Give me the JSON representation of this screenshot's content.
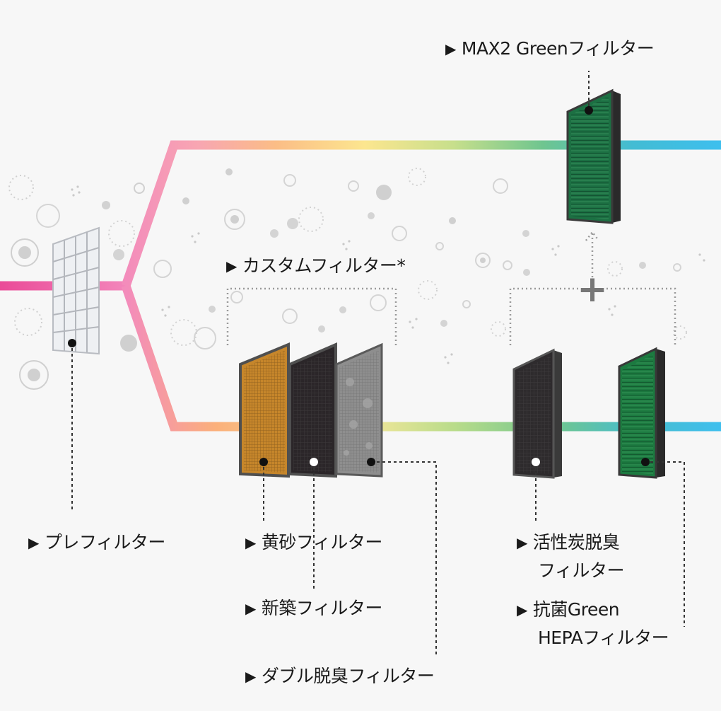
{
  "labels": {
    "max2": "MAX2 Greenフィルター",
    "custom": "カスタムフィルター*",
    "prefilter": "プレフィルター",
    "yellow_dust": "黄砂フィルター",
    "new_build": "新築フィルター",
    "double_deodorizing": "ダブル脱臭フィルター",
    "activated_carbon_line1": "活性炭脱臭",
    "activated_carbon_line2": "フィルター",
    "antibacterial_line1": "抗菌Green",
    "antibacterial_line2": "HEPAフィルター"
  },
  "symbols": {
    "arrow": "▶",
    "plus": "+"
  },
  "colors": {
    "background": "#f7f7f7",
    "flow_pink": "#ee4f9c",
    "flow_orange": "#fbb07a",
    "flow_yellow": "#fbe98d",
    "flow_green": "#8fd08c",
    "flow_blue": "#3fbde9",
    "green_filter": "#1f7a45",
    "yellow_filter": "#c8882c",
    "carbon_filter": "#2a2628",
    "gray_filter": "#8d8d8d",
    "frame": "#4a4a4a"
  }
}
